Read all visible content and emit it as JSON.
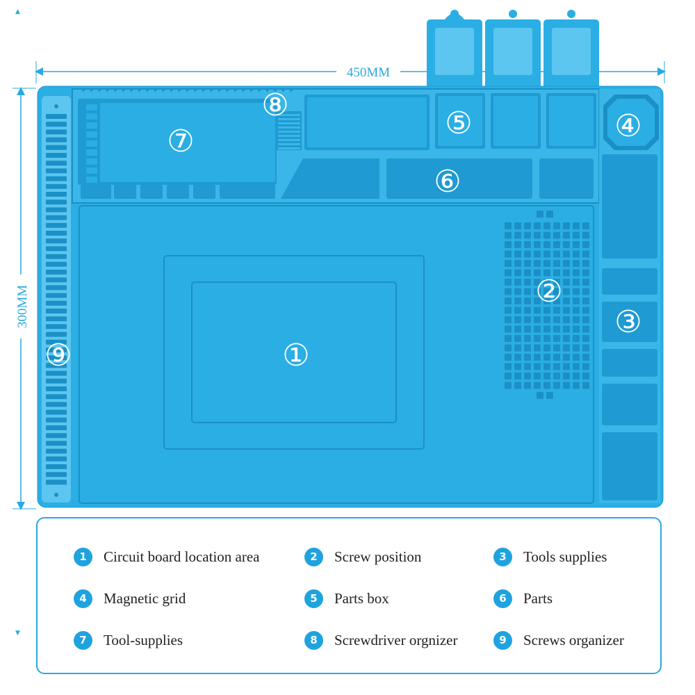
{
  "dimensions": {
    "width_label": "450MM",
    "height_label": "300MM"
  },
  "callouts": {
    "c1": "①",
    "c2": "②",
    "c3": "③",
    "c4": "④",
    "c5": "⑤",
    "c6": "⑥",
    "c7": "⑦",
    "c8": "⑧",
    "c9": "⑨"
  },
  "legend": [
    {
      "number": "1",
      "label": "Circuit board location area"
    },
    {
      "number": "2",
      "label": "Screw position"
    },
    {
      "number": "3",
      "label": "Tools supplies"
    },
    {
      "number": "4",
      "label": "Magnetic grid"
    },
    {
      "number": "5",
      "label": "Parts box"
    },
    {
      "number": "6",
      "label": "Parts"
    },
    {
      "number": "7",
      "label": "Tool-supplies"
    },
    {
      "number": "8",
      "label": "Screwdriver orgnizer"
    },
    {
      "number": "9",
      "label": "Screws organizer"
    }
  ],
  "markers": {
    "up": "▲",
    "down": "▼"
  },
  "colors": {
    "mat": "#2aaee4",
    "mat_dark": "#1b90c6",
    "mat_light": "#5cc6f0",
    "accent": "#29a9e0",
    "badge": "#1fa3df"
  }
}
